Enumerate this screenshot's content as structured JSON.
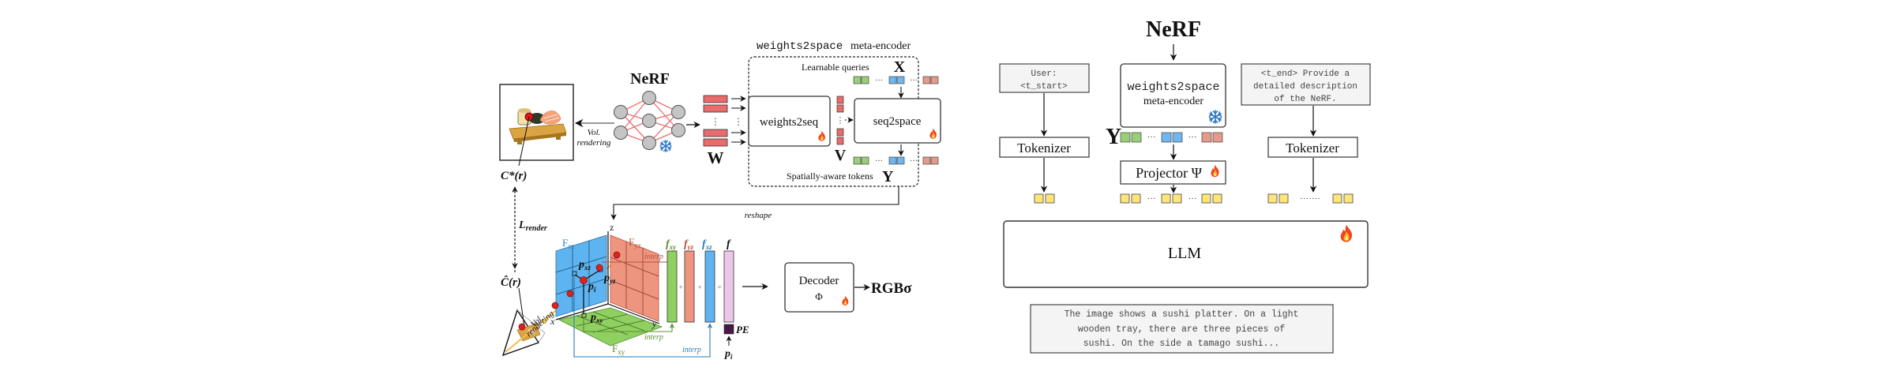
{
  "left_diagram": {
    "nerf_title": "NeRF",
    "vol_rendering_top": [
      "Vol.",
      "rendering"
    ],
    "gt_color_label": "C*(r)",
    "weights_label": "W",
    "meta_encoder_title_mono": "weights2space",
    "meta_encoder_title_serif": "meta-encoder",
    "learnable_queries_label": "Learnable queries",
    "queries_symbol": "X",
    "weights2seq_label": "weights2seq",
    "seq2space_label": "seq2space",
    "seq_symbol": "V",
    "spatial_tokens_label": "Spatially-aware tokens",
    "spatial_tokens_symbol": "Y",
    "reshape_label": "reshape",
    "loss_label": "L",
    "loss_subscript": "render",
    "pred_color_label": "Ĉ(r)",
    "vol_rendering_bottom": [
      "Vol.",
      "rendering"
    ],
    "ray_label": "r",
    "axis_labels": {
      "x": "x",
      "y": "y",
      "z": "z"
    },
    "plane_labels": {
      "xz": "F",
      "xz_sub": "xz",
      "yz": "F",
      "yz_sub": "yz",
      "xy": "F",
      "xy_sub": "xy"
    },
    "point_labels": {
      "pxz": "p",
      "pxz_sub": "xz",
      "pyz": "p",
      "pyz_sub": "yz",
      "pxy": "p",
      "pxy_sub": "xy",
      "pi": "p",
      "pi_sub": "i"
    },
    "interp_label": "interp",
    "feature_labels": {
      "fxy": "f",
      "fxy_sub": "xy",
      "fyz": "f",
      "fyz_sub": "yz",
      "fxz": "f",
      "fxz_sub": "xz",
      "f": "f"
    },
    "operators": {
      "plus": "+",
      "equals": "="
    },
    "pe_label": "PE",
    "pos_input_label": "p",
    "pos_input_sub": "i",
    "decoder_label": "Decoder",
    "decoder_symbol": "Φ",
    "output_label": "RGBσ"
  },
  "right_diagram": {
    "nerf_title": "NeRF",
    "user_prompt": [
      "User:",
      "<t_start>"
    ],
    "encoder_label_mono": "weights2space",
    "encoder_label_serif": "meta-encoder",
    "end_prompt": [
      "<t_end> Provide a",
      "detailed description",
      "of the NeRF."
    ],
    "tokenizer_left": "Tokenizer",
    "tokenizer_right": "Tokenizer",
    "y_symbol": "Y",
    "projector_label": "Projector Ψ",
    "llm_label": "LLM",
    "output_text": [
      "The image shows a sushi platter. On a light",
      "wooden tray, there are three pieces of",
      "sushi. On the side a tamago sushi..."
    ],
    "ellipsis": "···",
    "long_ellipsis": "·······"
  },
  "colors": {
    "token_green": "#97d077",
    "token_blue": "#6fb7ee",
    "token_red": "#e59a8a",
    "weight_red": "#ea6b6b",
    "token_yellow": "#fde47b",
    "plane_blue": "#5eb4f0",
    "plane_red": "#ee9580",
    "plane_green": "#8fd060",
    "feat_pink": "#edc7ea",
    "pe_purple": "#4a1845",
    "text_box_gray": "#f4f4f4",
    "node_gray": "#c4c4c4",
    "edge_red": "#ec6f71",
    "ray_yellow": "#f2bd47",
    "snow_blue": "#2a76c4"
  }
}
